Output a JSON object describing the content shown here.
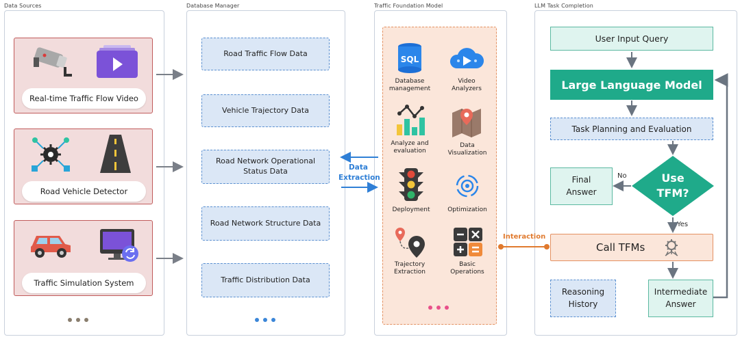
{
  "sections": {
    "data_sources": "Data Sources",
    "database_manager": "Database Manager",
    "traffic_foundation_model": "Traffic Foundation Model",
    "llm_task_completion": "LLM Task Completion"
  },
  "data_sources": {
    "items": [
      {
        "label": "Real-time Traffic Flow Video"
      },
      {
        "label": "Road Vehicle Detector"
      },
      {
        "label": "Traffic Simulation System"
      }
    ]
  },
  "database_manager": {
    "items": [
      {
        "label": "Road Traffic Flow Data"
      },
      {
        "label": "Vehicle Trajectory Data"
      },
      {
        "label_line1": "Road Network Operational",
        "label_line2": "Status Data"
      },
      {
        "label": "Road Network Structure Data"
      },
      {
        "label": "Traffic Distribution Data"
      }
    ]
  },
  "connector": {
    "line1": "Data",
    "line2": "Extraction",
    "interaction": "Interaction"
  },
  "tfm": {
    "tools": [
      {
        "line1": "Database",
        "line2": "management",
        "icon": "sql-database-icon"
      },
      {
        "line1": "Video",
        "line2": "Analyzers",
        "icon": "cloud-video-icon"
      },
      {
        "line1": "Analyze and",
        "line2": "evaluation",
        "icon": "bar-line-chart-icon"
      },
      {
        "line1": "Data",
        "line2": "Visualization",
        "icon": "map-pin-icon"
      },
      {
        "line1": "Deployment",
        "icon": "traffic-light-icon"
      },
      {
        "line1": "Optimization",
        "icon": "target-icon"
      },
      {
        "line1": "Trajectory",
        "line2": "Extraction",
        "icon": "route-pins-icon"
      },
      {
        "line1": "Basic",
        "line2": "Operations",
        "icon": "calculator-icon"
      }
    ],
    "sql_icon_text": "SQL"
  },
  "llm": {
    "user_input": "User Input Query",
    "model": "Large Language Model",
    "task_planning": "Task Planning and Evaluation",
    "decision_line1": "Use",
    "decision_line2": "TFM?",
    "no_label": "No",
    "yes_label": "Yes",
    "final_line1": "Final",
    "final_line2": "Answer",
    "call_tfms": "Call TFMs",
    "reasoning_line1": "Reasoning",
    "reasoning_line2": "History",
    "intermediate_line1": "Intermediate",
    "intermediate_line2": "Answer"
  },
  "colors": {
    "source_border": "#c05a5a",
    "db_border": "#5a8fd0",
    "tfm_border": "#e49060",
    "llm_teal": "#1faa8a",
    "interaction_orange": "#e07a2e",
    "extraction_blue": "#2f7fd6"
  }
}
